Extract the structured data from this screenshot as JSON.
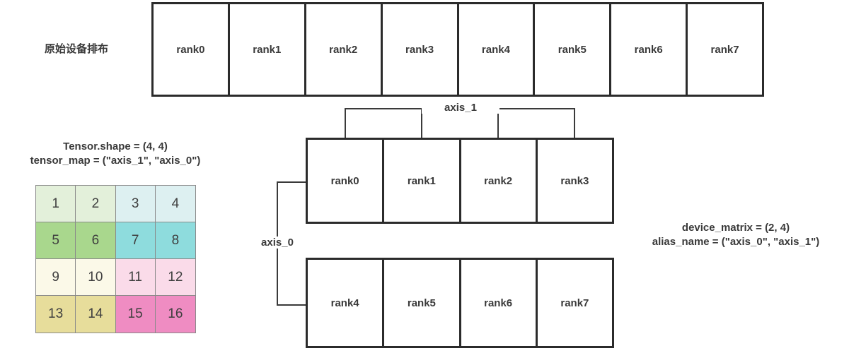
{
  "labels": {
    "original_device_layout": "原始设备排布",
    "tensor_shape": "Tensor.shape = (4, 4)",
    "tensor_map": "tensor_map = (\"axis_1\", \"axis_0\")",
    "device_matrix": "device_matrix = (2, 4)",
    "alias_name": "alias_name = (\"axis_0\", \"axis_1\")",
    "axis_0": "axis_0",
    "axis_1": "axis_1"
  },
  "device_strip_top": {
    "ranks": [
      "rank0",
      "rank1",
      "rank2",
      "rank3",
      "rank4",
      "rank5",
      "rank6",
      "rank7"
    ]
  },
  "device_grid": {
    "rows": [
      {
        "ranks": [
          "rank0",
          "rank1",
          "rank2",
          "rank3"
        ]
      },
      {
        "ranks": [
          "rank4",
          "rank5",
          "rank6",
          "rank7"
        ]
      }
    ]
  },
  "tensor_matrix": {
    "rows": [
      [
        {
          "value": "1",
          "color": "#e3f0da"
        },
        {
          "value": "2",
          "color": "#e3f0da"
        },
        {
          "value": "3",
          "color": "#ddf0f1"
        },
        {
          "value": "4",
          "color": "#ddf0f1"
        }
      ],
      [
        {
          "value": "5",
          "color": "#a9d78d"
        },
        {
          "value": "6",
          "color": "#a9d78d"
        },
        {
          "value": "7",
          "color": "#8edcdd"
        },
        {
          "value": "8",
          "color": "#8edcdd"
        }
      ],
      [
        {
          "value": "9",
          "color": "#fbf9e8"
        },
        {
          "value": "10",
          "color": "#fbf9e8"
        },
        {
          "value": "11",
          "color": "#fadbe9"
        },
        {
          "value": "12",
          "color": "#fadbe9"
        }
      ],
      [
        {
          "value": "13",
          "color": "#e7dd9b"
        },
        {
          "value": "14",
          "color": "#e7dd9b"
        },
        {
          "value": "15",
          "color": "#ef8cc2"
        },
        {
          "value": "16",
          "color": "#ef8cc2"
        }
      ]
    ]
  },
  "colors": {
    "box_border": "#2b2b2b",
    "line": "#3a3a3a",
    "text": "#3a3a3a",
    "background": "#ffffff"
  }
}
